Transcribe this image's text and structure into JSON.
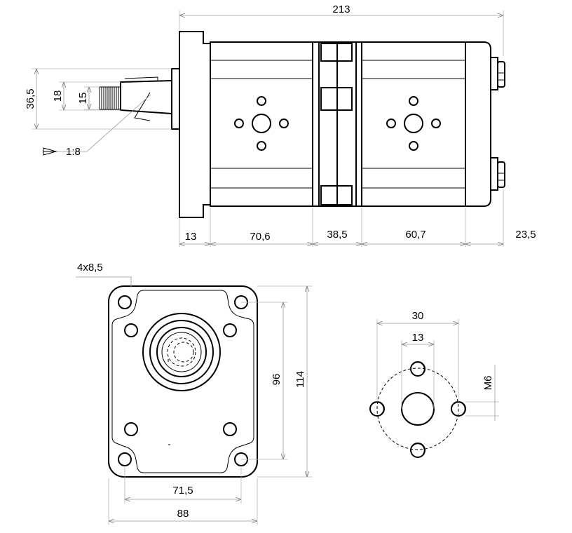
{
  "side_view": {
    "overall_length": "213",
    "segments": [
      "13",
      "70,6",
      "38,5",
      "60,7",
      "23,5"
    ],
    "shaft_heights": [
      "36,5",
      "18",
      "15"
    ],
    "taper": "1:8"
  },
  "front_view": {
    "holes_label": "4x8,5",
    "width_inner": "71,5",
    "width_outer": "88",
    "height_inner": "96",
    "height_outer": "114"
  },
  "port_view": {
    "outer_spacing": "30",
    "inner_diameter": "13",
    "thread": "M6"
  }
}
